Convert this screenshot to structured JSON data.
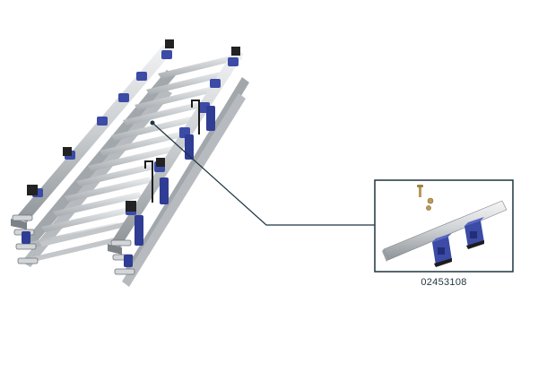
{
  "product": {
    "part_number": "02453108"
  },
  "colors": {
    "callout_line": "#1f3440",
    "frame_border": "#1f3440",
    "aluminium_light": "#e6e8ea",
    "aluminium_mid": "#b9bdc1",
    "aluminium_dark": "#8d9296",
    "clamp_blue": "#3b4ba6",
    "clamp_blue_dark": "#232e78",
    "rubber_black": "#222222",
    "bolt_brass": "#b99a5a"
  },
  "icons": {
    "main": "stacked-ladders-illustration",
    "detail": "rail-mount-kit-illustration"
  }
}
